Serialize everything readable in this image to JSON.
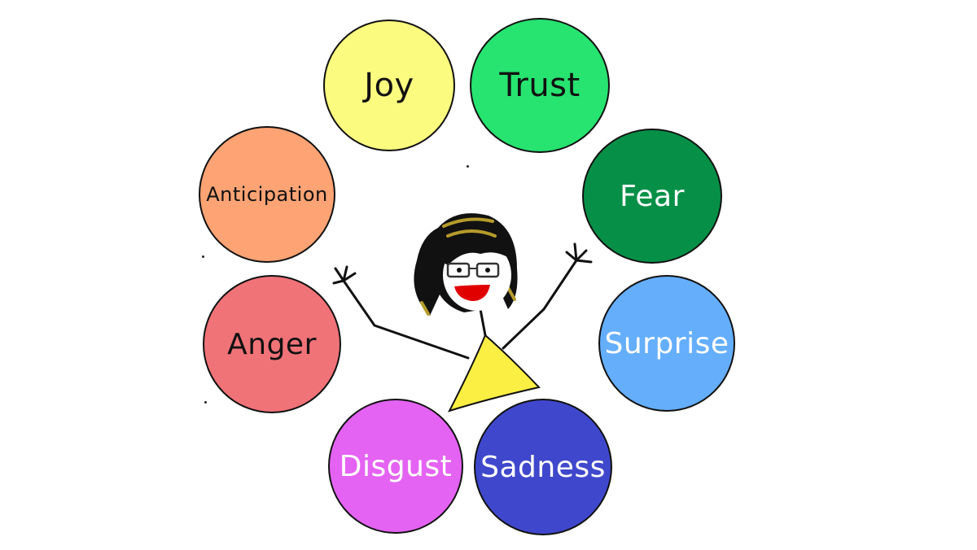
{
  "emotions": [
    {
      "id": "joy",
      "label": "Joy",
      "fill": "#fbfb7f",
      "text_color": "#111111"
    },
    {
      "id": "trust",
      "label": "Trust",
      "fill": "#27e370",
      "text_color": "#111111"
    },
    {
      "id": "fear",
      "label": "Fear",
      "fill": "#069047",
      "text_color": "#ffffff"
    },
    {
      "id": "surprise",
      "label": "Surprise",
      "fill": "#64aefc",
      "text_color": "#ffffff"
    },
    {
      "id": "sadness",
      "label": "Sadness",
      "fill": "#3f48cc",
      "text_color": "#ffffff"
    },
    {
      "id": "disgust",
      "label": "Disgust",
      "fill": "#e463f2",
      "text_color": "#ffffff"
    },
    {
      "id": "anger",
      "label": "Anger",
      "fill": "#f07378",
      "text_color": "#111111"
    },
    {
      "id": "anticipation",
      "label": "Anticipation",
      "fill": "#fda374",
      "text_color": "#111111"
    }
  ],
  "figure": {
    "dress_color": "#fbef43",
    "mouth_color": "#e00000",
    "hair_color": "#111111"
  }
}
